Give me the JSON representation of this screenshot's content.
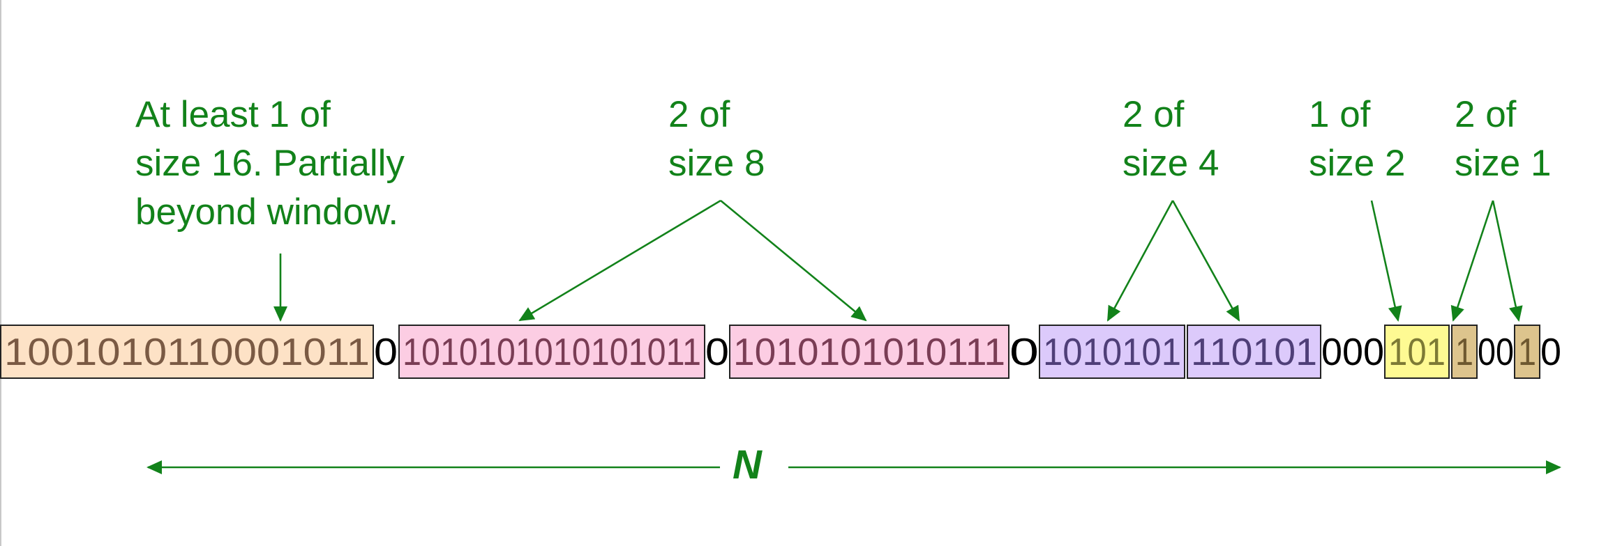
{
  "labels": {
    "size16": [
      "At least 1 of",
      "size 16.  Partially",
      "beyond window."
    ],
    "size8": [
      "2 of",
      "size 8"
    ],
    "size4": [
      "2 of",
      "size 4"
    ],
    "size2": [
      "1 of",
      "size 2"
    ],
    "size1": [
      "2 of",
      "size 1"
    ]
  },
  "window_label": "N",
  "bit_chunks": [
    {
      "text": "1001010110001011",
      "bucket": "size-16-bucket"
    },
    {
      "text": "0",
      "bucket": null
    },
    {
      "text": "1010101010101011",
      "bucket": "size-8-bucket-a"
    },
    {
      "text": "0",
      "bucket": null
    },
    {
      "text": "1010101010111",
      "bucket": "size-8-bucket-b"
    },
    {
      "text": "0",
      "bucket": null
    },
    {
      "text": "1010101",
      "bucket": "size-4-bucket-a"
    },
    {
      "text": "110101",
      "bucket": "size-4-bucket-b"
    },
    {
      "text": "000",
      "bucket": null
    },
    {
      "text": "101",
      "bucket": "size-2-bucket"
    },
    {
      "text": "1",
      "bucket": "size-1-bucket-a"
    },
    {
      "text": "00",
      "bucket": null
    },
    {
      "text": "1",
      "bucket": "size-1-bucket-b"
    },
    {
      "text": "0",
      "bucket": null
    }
  ],
  "colors": {
    "annotation": "#12821a",
    "bucket16_fill": "#fde2c6",
    "bucket16_text": "#7a5a44",
    "bucket8_fill": "#fccde3",
    "bucket8_text": "#7a3d55",
    "bucket4_fill": "#dccafb",
    "bucket4_text": "#4f3f78",
    "bucket2_fill": "#fefa93",
    "bucket2_text": "#7d7a35",
    "bucket1_fill": "#ddc48d",
    "bucket1_text": "#6e5830",
    "plain_text": "#000000"
  }
}
